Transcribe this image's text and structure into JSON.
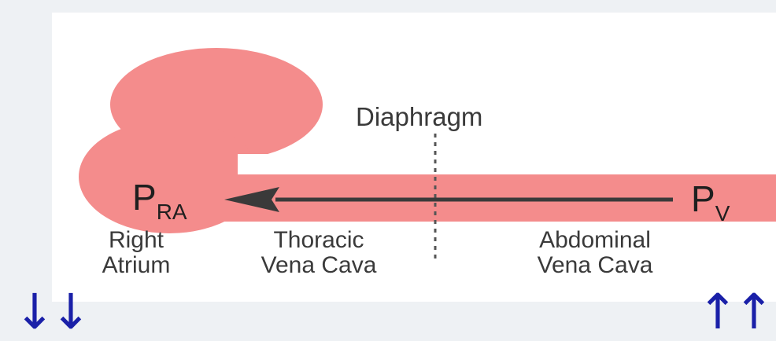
{
  "diagram": {
    "diaphragm_label": "Diaphragm",
    "pressure_left": {
      "main": "P",
      "sub": "RA"
    },
    "pressure_right": {
      "main": "P",
      "sub": "V"
    },
    "regions": {
      "right_atrium": {
        "line1": "Right",
        "line2": "Atrium"
      },
      "thoracic": {
        "line1": "Thoracic",
        "line2": "Vena Cava"
      },
      "abdominal": {
        "line1": "Abdominal",
        "line2": "Vena Cava"
      }
    },
    "colors": {
      "vessel": "#f48c8c",
      "arrow": "#3a3a3a",
      "indicator_arrows": "#1a20a8"
    }
  },
  "indicators": {
    "left_arrows": "↓↓",
    "right_arrows": "↑↑"
  }
}
